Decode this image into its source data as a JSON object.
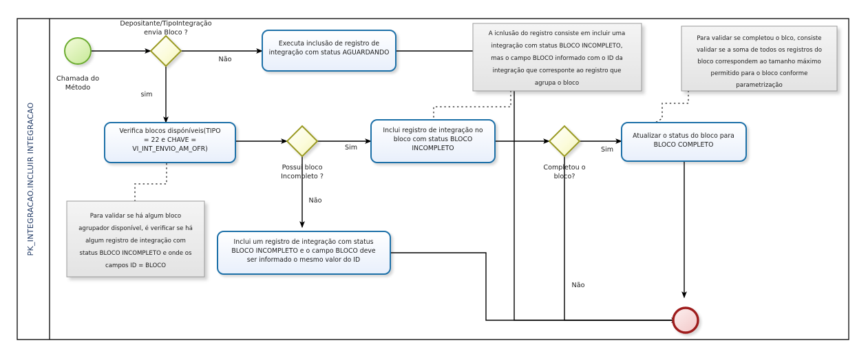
{
  "diagram": {
    "type": "bpmn-flowchart",
    "pool": {
      "label": "PK_INTEGRACAO.INCLUIR INTEGRACAO",
      "label_color": "#1f3864"
    },
    "colors": {
      "task_border": "#1f6fa8",
      "task_fill": "#f2f6fd",
      "gateway_border": "#9a9a22",
      "gateway_fill": "#fdfde2",
      "start_border": "#6aab2f",
      "start_fill": "#e4f7c0",
      "end_border": "#9e1b1b",
      "end_fill": "#fbe0e0",
      "annotation_fill": "#eeeeee",
      "annotation_border": "#9a9a9a",
      "sequence_flow": "#000000",
      "association": "#3a3a3a"
    },
    "events": {
      "start": {
        "name": "start-event",
        "label": "Chamada do Método",
        "label_line1": "Chamada do",
        "label_line2": "Método"
      },
      "end": {
        "name": "end-event",
        "label": ""
      }
    },
    "gateways": [
      {
        "id": "gw1",
        "label_line1": "Depositante/TipoIntegração",
        "label_line2": "envia Bloco ?",
        "label": "Depositante/TipoIntegração envia Bloco ?"
      },
      {
        "id": "gw2",
        "label_line1": "Possui bloco",
        "label_line2": "Incompleto ?",
        "label": "Possui bloco Incompleto ?"
      },
      {
        "id": "gw3",
        "label_line1": "Completou o",
        "label_line2": "bloco?",
        "label": "Completou o bloco?"
      }
    ],
    "tasks": [
      {
        "id": "t1",
        "label": "Executa inclusão de registro de integração com status AGUARDANDO",
        "lines": [
          "Executa inclusão de registro de",
          "integração com status AGUARDANDO"
        ]
      },
      {
        "id": "t2",
        "label": "Verifica blocos dispóníveis(TIPO = 22 e CHAVE = VI_INT_ENVIO_AM_OFR)",
        "lines": [
          "Verifica blocos  dispóníveis(TIPO",
          "= 22 e CHAVE =",
          "VI_INT_ENVIO_AM_OFR)"
        ]
      },
      {
        "id": "t3",
        "label": "Inclui registro de integração no bloco com status BLOCO INCOMPLETO",
        "lines": [
          "Inclui registro de integração no",
          "bloco com status BLOCO",
          "INCOMPLETO"
        ]
      },
      {
        "id": "t4",
        "label": "Atualizar o status do bloco para BLOCO COMPLETO",
        "lines": [
          "Atualizar  o status do bloco para",
          "BLOCO COMPLETO"
        ]
      },
      {
        "id": "t5",
        "label": "Inclui um registro de integração com status BLOCO INCOMPLETO e o campo BLOCO deve ser informado o mesmo valor do ID",
        "lines": [
          "Inclui um registro de integração com status",
          "BLOCO INCOMPLETO e o campo BLOCO deve",
          "ser informado o mesmo valor do ID"
        ]
      }
    ],
    "annotations": [
      {
        "id": "a1",
        "label": "A icnlusão do registro consiste em incluir uma integração com status BLOCO INCOMPLETO, mas o campo BLOCO informado com o ID da integração que corresponte ao registro que agrupa o bloco",
        "lines": [
          "A icnlusão do registro  consiste em incluir uma",
          "integração com  status  BLOCO INCOMPLETO,",
          "mas o campo BLOCO informado com o ID da",
          "integração que corresponte ao registro que",
          "agrupa o bloco"
        ]
      },
      {
        "id": "a2",
        "label": "Para validar se completou o blco, consiste validar se a soma de todos os registros do bloco correspondem ao tamanho máximo permitido para o bloco conforme parametrização",
        "lines": [
          "Para validar se completou o blco, consiste",
          "validar se a soma de todos os registros do",
          "bloco correspondem ao tamanho máximo",
          "permitido para o bloco conforme",
          "parametrização"
        ]
      },
      {
        "id": "a3",
        "label": "Para validar se há algum bloco agrupador disponível, é verificar se há algum registro de integração com status BLOCO INCOMPLETO e onde os campos ID = BLOCO",
        "lines": [
          "Para validar se há algum  bloco",
          "agrupador disponível, é verificar se há",
          "algum registro de integração com",
          "status BLOCO INCOMPLETO e onde os",
          "campos ID = BLOCO"
        ]
      }
    ],
    "flow_labels": {
      "gw1_no": "Não",
      "gw1_yes": "sim",
      "gw2_yes": "Sim",
      "gw2_no": "Não",
      "gw3_yes": "Sim",
      "gw3_no": "Não"
    }
  }
}
